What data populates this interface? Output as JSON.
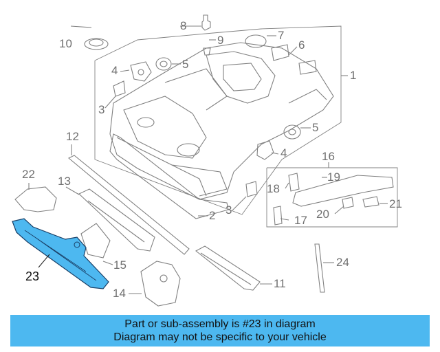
{
  "diagram": {
    "highlight_part": "23",
    "highlight_color": "#4db8f0",
    "line_color": "#808080",
    "callouts": {
      "p1": "1",
      "p2": "2",
      "p3a": "3",
      "p3b": "3",
      "p4a": "4",
      "p4b": "4",
      "p5a": "5",
      "p5b": "5",
      "p6": "6",
      "p7": "7",
      "p8": "8",
      "p9": "9",
      "p10": "10",
      "p11": "11",
      "p12": "12",
      "p13": "13",
      "p14": "14",
      "p15": "15",
      "p16": "16",
      "p17": "17",
      "p18": "18",
      "p19": "19",
      "p20": "20",
      "p21": "21",
      "p22": "22",
      "p23": "23",
      "p24": "24"
    }
  },
  "banner": {
    "line1": "Part or sub-assembly is #23 in diagram",
    "line2": "Diagram may not be specific to your vehicle",
    "color": "#4db8f0"
  }
}
